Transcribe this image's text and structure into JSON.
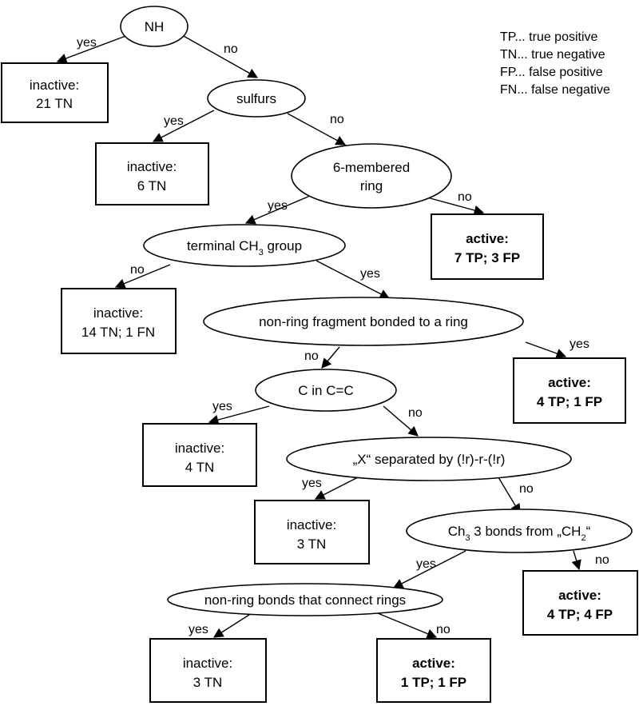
{
  "legend": [
    "TP... true positive",
    "TN... true negative",
    "FP... false positive",
    "FN... false negative"
  ],
  "nodes": {
    "nh": [
      "NH"
    ],
    "sulfurs": [
      "sulfurs"
    ],
    "six_ring": [
      "6-membered",
      "ring"
    ],
    "terminal_ch3": [
      "terminal CH3 group"
    ],
    "non_ring_fragment": [
      "non-ring fragment bonded to a ring"
    ],
    "c_in_cc": [
      "C in C=C"
    ],
    "x_separated": [
      "„X“ separated by (!r)-r-(!r)"
    ],
    "ch3_bonds": [
      "Ch3 3 bonds from „CH2“"
    ],
    "non_ring_bonds": [
      "non-ring bonds that connect rings"
    ]
  },
  "leaves": {
    "l1": [
      "inactive:",
      "21 TN"
    ],
    "l2": [
      "inactive:",
      "6 TN"
    ],
    "l3": [
      "active:",
      "7 TP; 3 FP"
    ],
    "l4": [
      "inactive:",
      "14 TN; 1 FN"
    ],
    "l5": [
      "active:",
      "4 TP; 1 FP"
    ],
    "l6": [
      "inactive:",
      "4 TN"
    ],
    "l7": [
      "inactive:",
      "3 TN"
    ],
    "l8": [
      "active:",
      "4 TP; 4 FP"
    ],
    "l9": [
      "inactive:",
      "3 TN"
    ],
    "l10": [
      "active:",
      "1 TP; 1 FP"
    ]
  },
  "edge_labels": {
    "yes": "yes",
    "no": "no"
  }
}
